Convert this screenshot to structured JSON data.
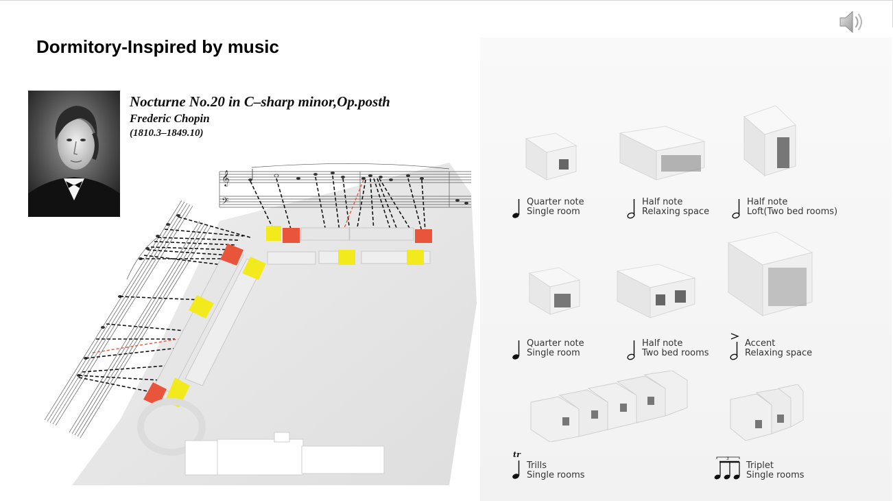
{
  "slide": {
    "title": "Dormitory-Inspired by music"
  },
  "piece": {
    "title": "Nocturne No.20 in C–sharp minor,Op.posth",
    "composer": "Frederic Chopin",
    "years": "(1810.3–1849.10)"
  },
  "legend": [
    {
      "name": "Quarter note",
      "room": "Single room",
      "note": "quarter-note"
    },
    {
      "name": "Half note",
      "room": "Relaxing space",
      "note": "half-note"
    },
    {
      "name": "Half note",
      "room": "Loft(Two bed rooms)",
      "note": "half-note"
    },
    {
      "name": "Quarter note",
      "room": "Single room",
      "note": "quarter-note"
    },
    {
      "name": "Half note",
      "room": "Two bed rooms",
      "note": "half-note"
    },
    {
      "name": "Accent",
      "room": "Relaxing space",
      "note": "accent-half-note"
    },
    {
      "name": "Trills",
      "room": "Single rooms",
      "note": "trill-quarter-note"
    },
    {
      "name": "Triplet",
      "room": "Single rooms",
      "note": "triplet-notes"
    }
  ],
  "colors": {
    "accent_red": "#e8553a",
    "accent_yellow": "#f2ea1d",
    "block_grey": "#e4e4e4"
  },
  "icons": {
    "speaker": "speaker-icon",
    "portrait": "composer-portrait"
  }
}
